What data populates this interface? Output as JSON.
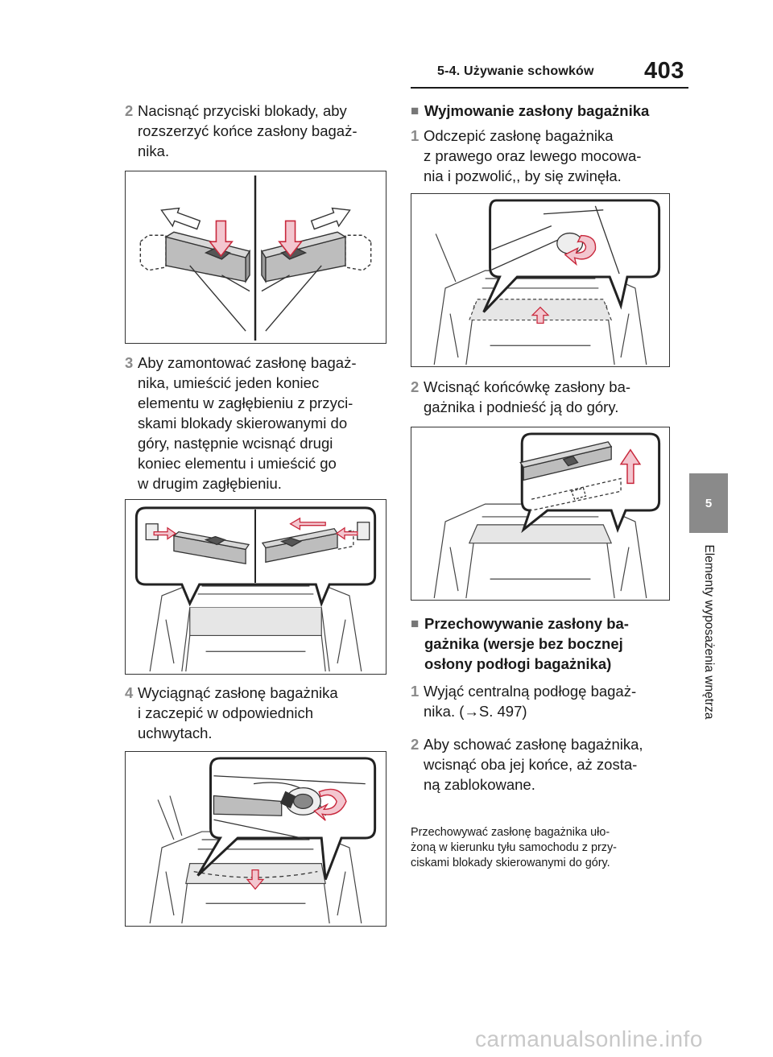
{
  "header": {
    "section": "5-4. Używanie schowków",
    "page_number": "403"
  },
  "chapter_tab": {
    "number": "5",
    "title": "Elementy wyposażenia wnętrza"
  },
  "left_column": {
    "step2": {
      "num": "2",
      "text": "Nacisnąć przyciski blokady, aby\nrozszerzyć końce zasłony bagaż-\nnika."
    },
    "step3": {
      "num": "3",
      "text": "Aby zamontować zasłonę bagaż-\nnika, umieścić jeden koniec\nelementu w zagłębieniu z przyci-\nskami blokady skierowanymi do\ngóry, następnie wcisnąć drugi\nkoniec elementu i umieścić go\nw drugim zagłębieniu."
    },
    "step4": {
      "num": "4",
      "text": "Wyciągnąć zasłonę bagażnika\ni zaczepić w odpowiednich\nuchwytach."
    }
  },
  "right_column": {
    "removal_heading": "Wyjmowanie zasłony bagażnika",
    "removal_step1": {
      "num": "1",
      "text": "Odczepić zasłonę bagażnika\nz prawego oraz lewego mocowa-\nnia i pozwolić,, by się zwinęła."
    },
    "removal_step2": {
      "num": "2",
      "text": "Wcisnąć końcówkę zasłony ba-\ngażnika i podnieść ją do góry."
    },
    "storage_heading": "Przechowywanie zasłony ba-\ngażnika (wersje bez bocznej\nosłony podłogi bagażnika)",
    "storage_step1": {
      "num": "1",
      "text": "Wyjąć centralną podłogę bagaż-\nnika. (→S. 497)"
    },
    "storage_step2": {
      "num": "2",
      "text": "Aby schować zasłonę bagażnika,\nwcisnąć oba jej końce, aż zosta-\nną zablokowane."
    },
    "storage_note": "Przechowywać zasłonę bagażnika uło-\nżoną w kierunku tyłu samochodu z przy-\nciskami blokady skierowanymi do góry."
  },
  "colors": {
    "text": "#1a1a1a",
    "tab": "#8a8a8a",
    "arrow_fill": "#f3c6cf",
    "arrow_stroke": "#c8283c"
  },
  "watermark": "carmanualsonline.info"
}
